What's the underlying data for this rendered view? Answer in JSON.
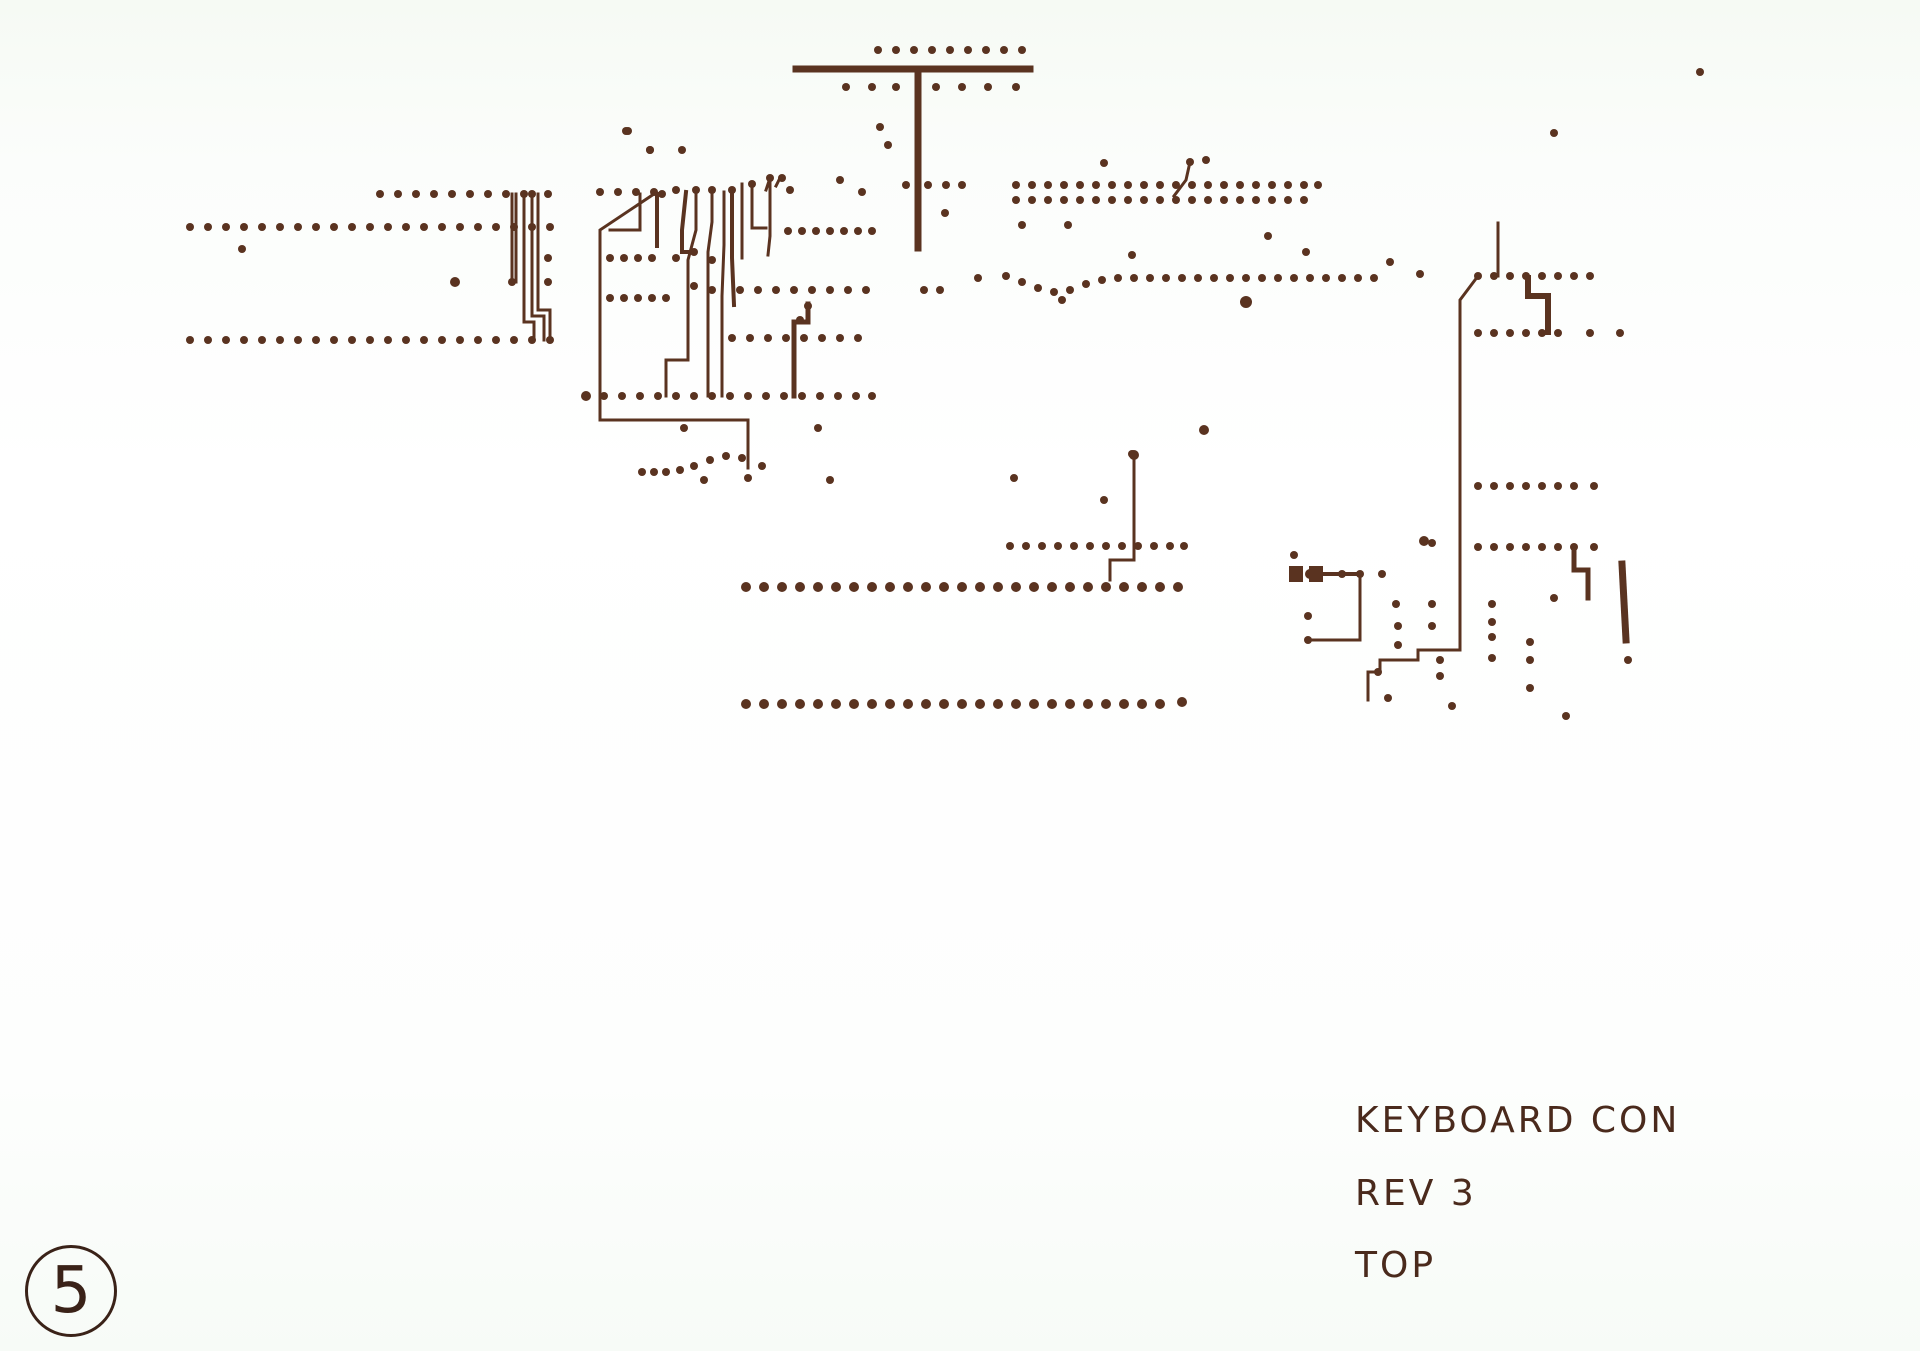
{
  "drawing": {
    "title": "KEYBOARD CON",
    "revision": "REV 3",
    "side": "TOP",
    "sheet_number": "5"
  },
  "colors": {
    "ink": "#5a3320",
    "paper": "#ffffff"
  }
}
